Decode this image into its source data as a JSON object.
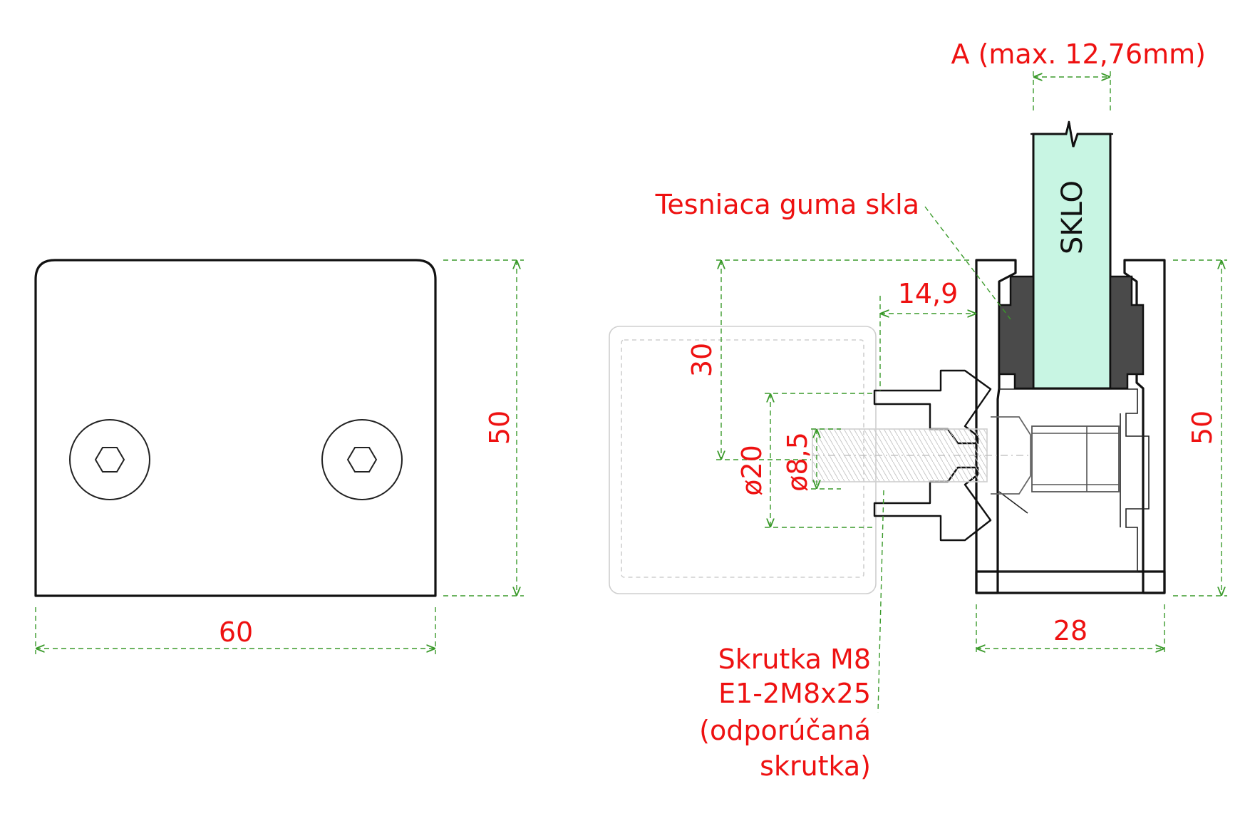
{
  "colors": {
    "dimension_text": "#ee1111",
    "dimension_lines": "#3a9a2a",
    "outline": "#111111",
    "glass_fill": "#c8f5e3",
    "gasket_fill": "#4a4a4a",
    "ghost_lines": "#cfcfcf"
  },
  "icons": {
    "screw_head": "hexagon-socket-icon",
    "glass_break": "break-line-icon"
  },
  "front_view": {
    "width_dim": "60",
    "height_dim": "50"
  },
  "section_view": {
    "glass_label": "SKLO",
    "glass_thickness_dim": "A (max. 12,76mm)",
    "gasket_label": "Tesniaca guma skla",
    "height_dim_30": "30",
    "offset_dim": "14,9",
    "diameter_20": "ø20",
    "diameter_8_5": "ø8,5",
    "height_dim_50": "50",
    "width_dim_28": "28",
    "screw_label_lines": [
      "Skrutka M8",
      "E1-2M8x25",
      "(odporúčaná",
      "skrutka)"
    ]
  }
}
